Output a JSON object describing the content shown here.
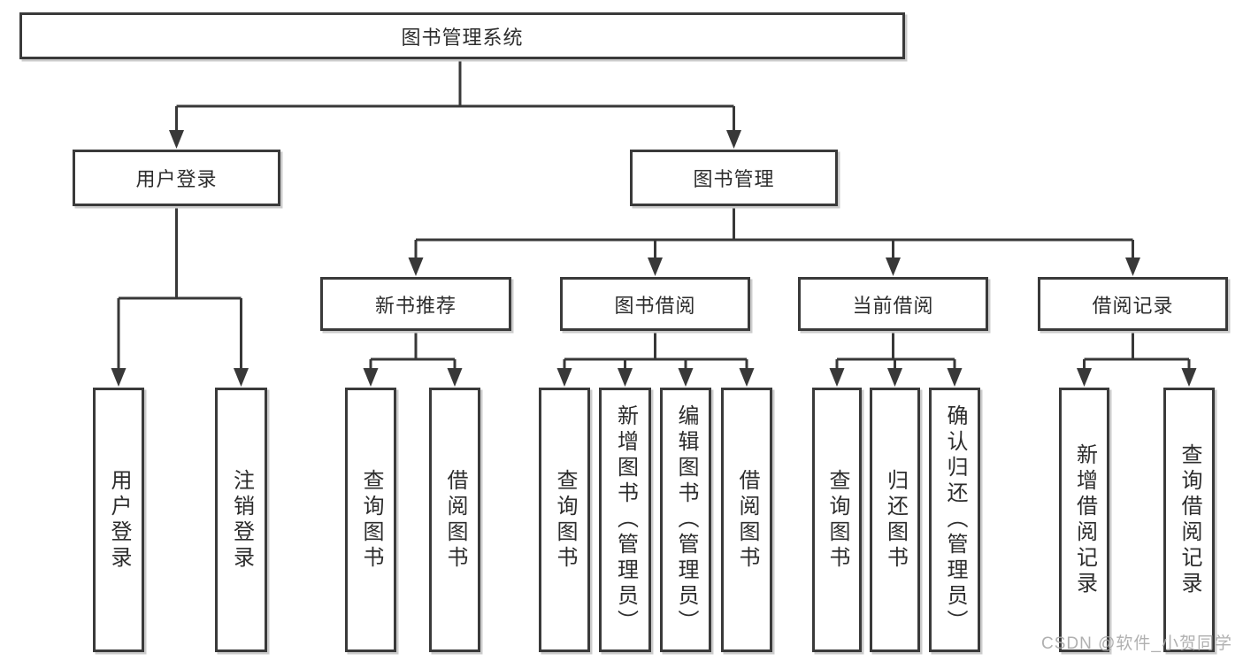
{
  "diagram_title": "图书管理系统",
  "nodes": {
    "root": {
      "label": "图书管理系统"
    },
    "user_login": {
      "label": "用户登录"
    },
    "book_mgmt": {
      "label": "图书管理"
    },
    "new_book_rec": {
      "label": "新书推荐"
    },
    "book_borrow": {
      "label": "图书借阅"
    },
    "current_borrow": {
      "label": "当前借阅"
    },
    "borrow_records": {
      "label": "借阅记录"
    },
    "user_login_leaf": {
      "label": "用户登录"
    },
    "logout": {
      "label": "注销登录"
    },
    "query_books_1": {
      "label": "查询图书"
    },
    "borrow_books_1": {
      "label": "借阅图书"
    },
    "query_books_2": {
      "label": "查询图书"
    },
    "add_books": {
      "label": "新增图书（管理员）"
    },
    "edit_books": {
      "label": "编辑图书（管理员）"
    },
    "borrow_books_2": {
      "label": "借阅图书"
    },
    "query_books_3": {
      "label": "查询图书"
    },
    "return_books": {
      "label": "归还图书"
    },
    "confirm_return": {
      "label": "确认归还（管理员）"
    },
    "add_borrow_record": {
      "label": "新增借阅记录"
    },
    "query_borrow_record": {
      "label": "查询借阅记录"
    }
  },
  "hierarchy": {
    "图书管理系统": {
      "用户登录": [
        "用户登录",
        "注销登录"
      ],
      "图书管理": {
        "新书推荐": [
          "查询图书",
          "借阅图书"
        ],
        "图书借阅": [
          "查询图书",
          "新增图书（管理员）",
          "编辑图书（管理员）",
          "借阅图书"
        ],
        "当前借阅": [
          "查询图书",
          "归还图书",
          "确认归还（管理员）"
        ],
        "借阅记录": [
          "新增借阅记录",
          "查询借阅记录"
        ]
      }
    }
  },
  "watermark": {
    "text": "CSDN @软件_小贺同学"
  },
  "colors": {
    "line": "#383838",
    "box_border": "#3a3a3a",
    "box_shadow": "#cccccc",
    "text": "#2d2d2d",
    "watermark_text": "#a8a8a8",
    "background": "#ffffff"
  }
}
